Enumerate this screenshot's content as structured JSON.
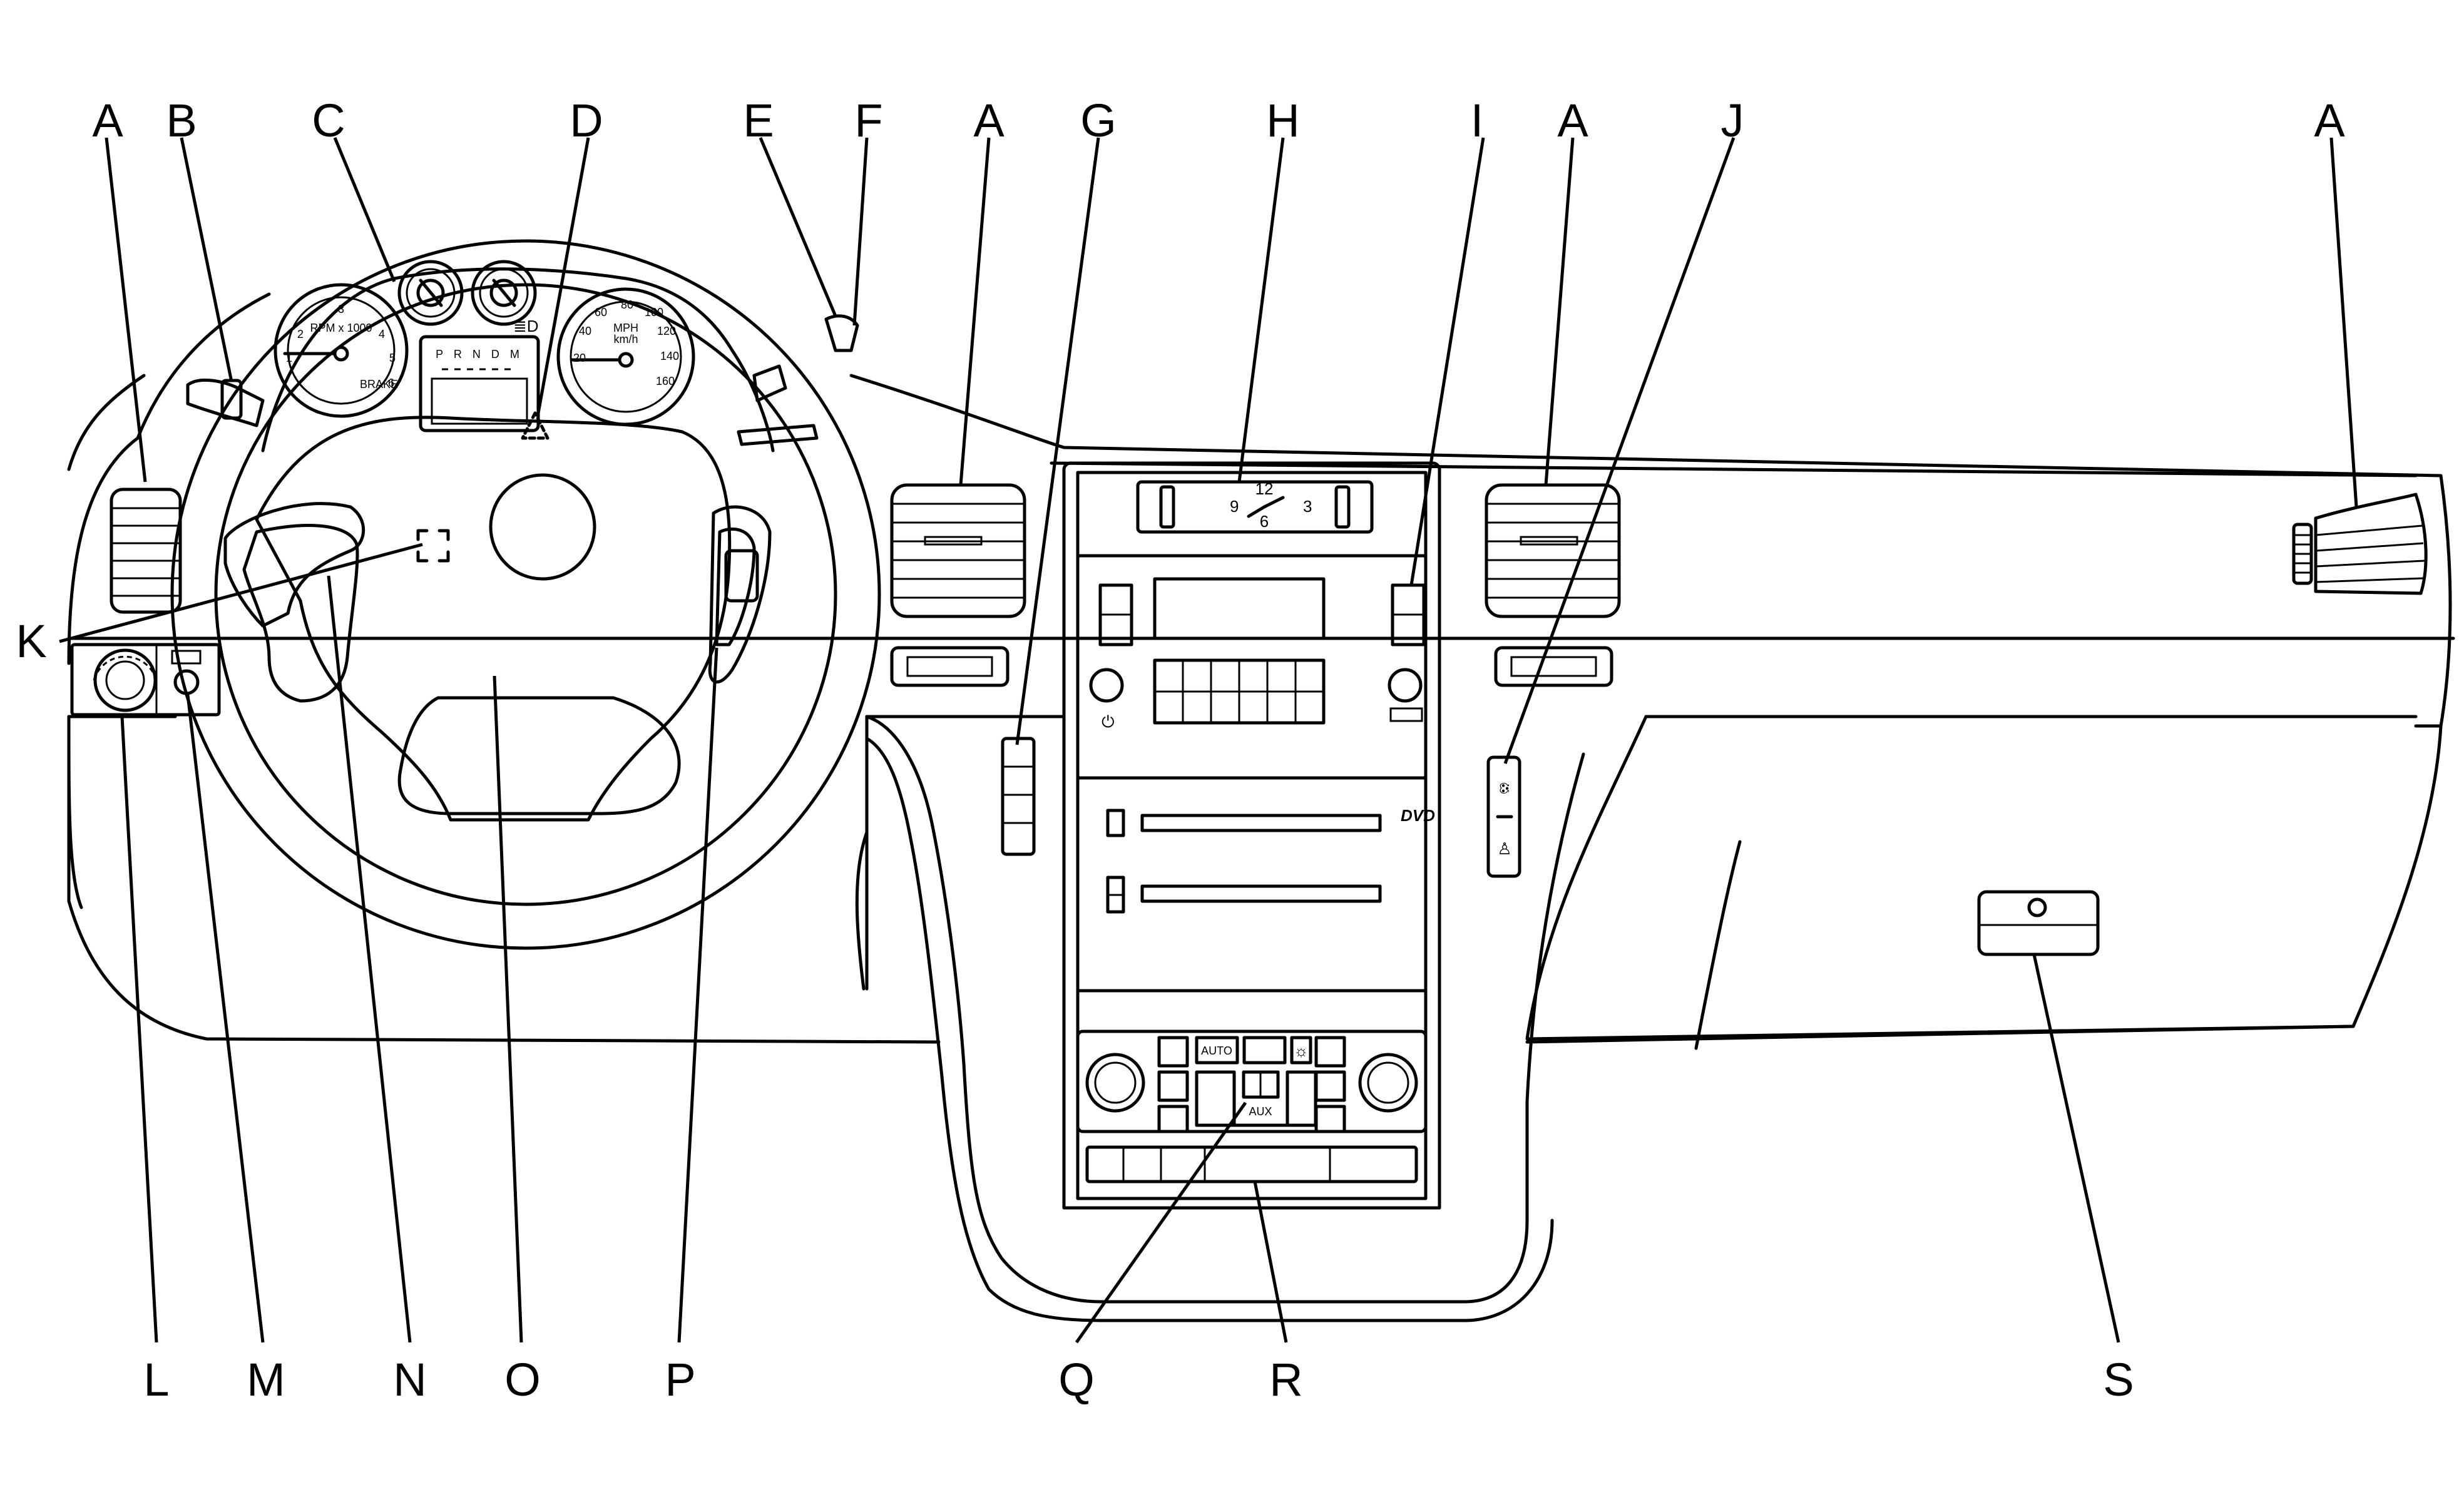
{
  "callouts": {
    "a1": "A",
    "a2": "A",
    "a3": "A",
    "a4": "A",
    "b": "B",
    "c": "C",
    "d": "D",
    "e": "E",
    "f": "F",
    "g": "G",
    "h": "H",
    "i": "I",
    "j": "J",
    "k": "K",
    "l": "L",
    "m": "M",
    "n": "N",
    "o": "O",
    "p": "P",
    "q": "Q",
    "r": "R",
    "s": "S"
  },
  "gauges": {
    "tach_label": "RPM x 1000",
    "tach_ticks": [
      "1",
      "2",
      "3",
      "4",
      "5",
      "6"
    ],
    "speedo_label": "MPH",
    "speedo_unit": "km/h",
    "speedo_ticks": [
      "20",
      "40",
      "60",
      "80",
      "100",
      "120",
      "140",
      "160"
    ],
    "prndm": "P R N D M",
    "brake": "BRAKE"
  },
  "clock": {
    "n12": "12",
    "n3": "3",
    "n6": "6",
    "n9": "9"
  },
  "climate": {
    "auto": "AUTO",
    "aux": "AUX"
  },
  "media": {
    "dvd": "DVD"
  }
}
